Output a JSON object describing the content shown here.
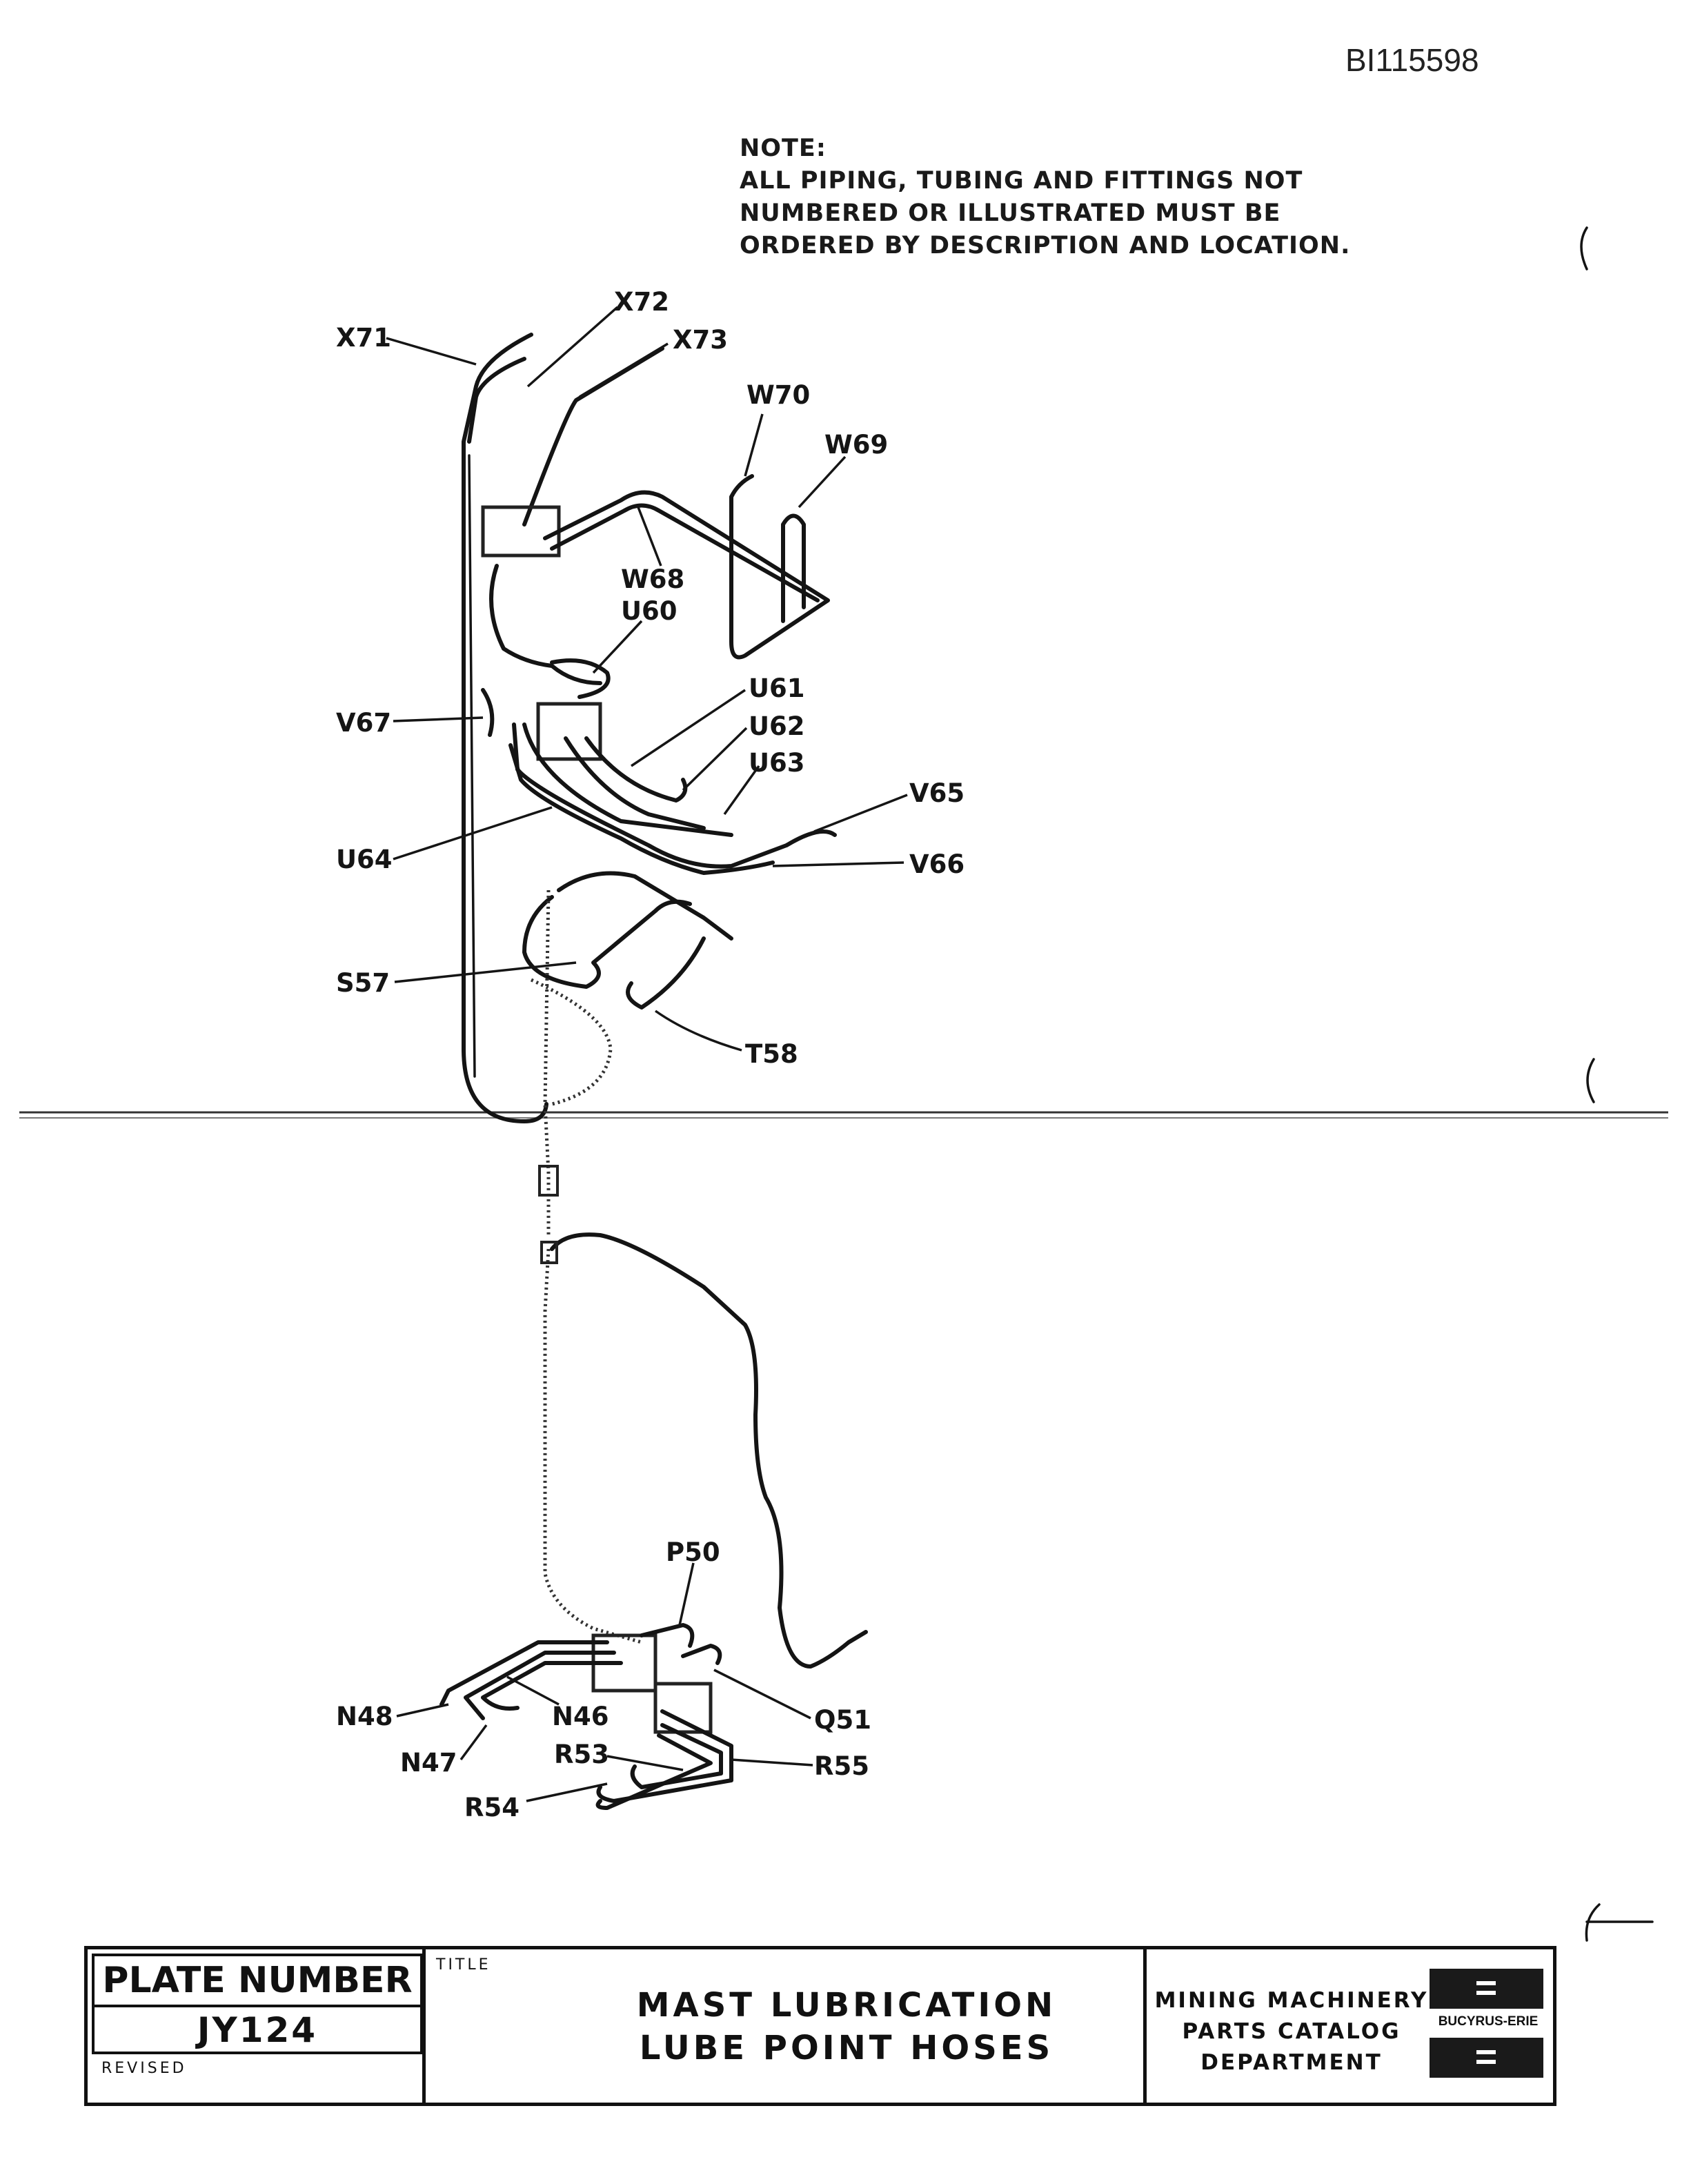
{
  "document_id": "BI115598",
  "note": {
    "heading": "NOTE:",
    "lines": [
      "ALL PIPING, TUBING AND FITTINGS NOT",
      "NUMBERED OR ILLUSTRATED MUST BE",
      "ORDERED BY DESCRIPTION AND LOCATION."
    ]
  },
  "callouts": [
    "X71",
    "X72",
    "X73",
    "W70",
    "W69",
    "W68",
    "U60",
    "V67",
    "U61",
    "U62",
    "U63",
    "V65",
    "U64",
    "V66",
    "S57",
    "T58",
    "P50",
    "N48",
    "N46",
    "Q51",
    "N47",
    "R53",
    "R55",
    "R54"
  ],
  "title_block": {
    "plate_label": "PLATE NUMBER",
    "plate_number": "JY124",
    "revised_label": "REVISED",
    "title_label": "TITLE",
    "title_line1": "MAST LUBRICATION",
    "title_line2": "LUBE POINT HOSES",
    "dept_line1": "MINING MACHINERY",
    "dept_line2": "PARTS CATALOG",
    "dept_line3": "DEPARTMENT",
    "logo_text": "BUCYRUS-ERIE"
  }
}
